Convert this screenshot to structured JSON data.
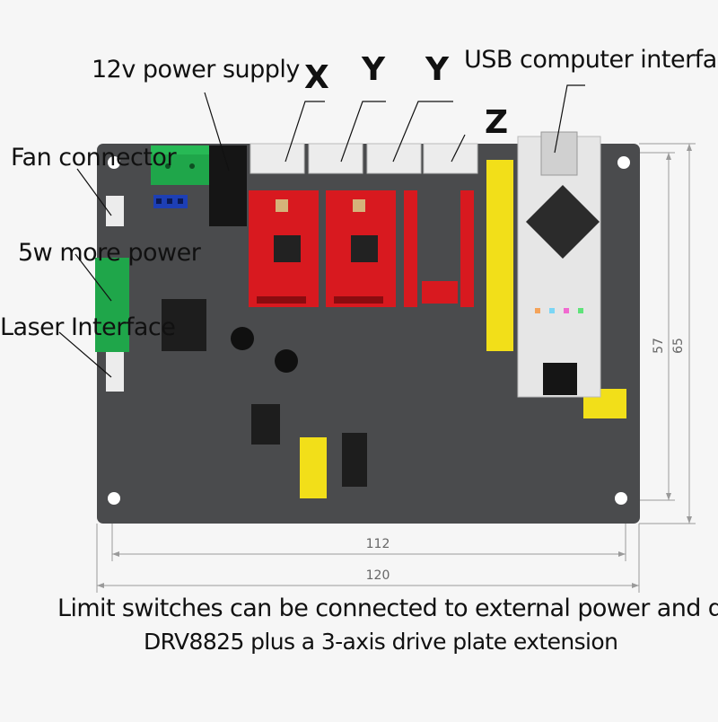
{
  "labels": {
    "power_supply": "12v power supply",
    "axis_x": "X",
    "axis_y1": "Y",
    "axis_y2": "Y",
    "axis_z": "Z",
    "usb": "USB computer interface",
    "fan": "Fan connector",
    "more_power": "5w more power",
    "laser": "Laser Interface"
  },
  "dimensions": {
    "width_inner": "112",
    "width_outer": "120",
    "height_inner": "57",
    "height_outer": "65"
  },
  "captions": {
    "line1": "Limit switches can be connected to external power and drive",
    "line2": "DRV8825 plus a 3-axis drive plate extension"
  },
  "colors": {
    "board": "#4a4b4d",
    "driver_red": "#d8191f",
    "terminal_green": "#1fa64a",
    "header_yellow": "#f2df19",
    "jumper_blue": "#1d3fb5"
  }
}
